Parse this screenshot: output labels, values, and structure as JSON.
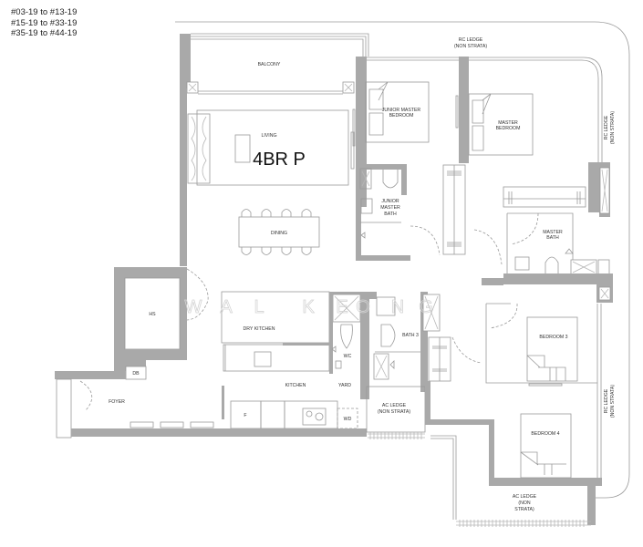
{
  "unit_ranges": [
    "#03-19 to #13-19",
    "#15-19 to #33-19",
    "#35-19 to #44-19"
  ],
  "unit_type": "4BR P",
  "watermark_letters": [
    "W",
    "A",
    "L",
    "K",
    "E",
    "O",
    "N",
    "G"
  ],
  "rooms": {
    "balcony": "BALCONY",
    "living": "LIVING",
    "dining": "DINING",
    "junior_master_bedroom": [
      "JUNIOR MASTER",
      "BEDROOM"
    ],
    "master_bedroom": [
      "MASTER",
      "BEDROOM"
    ],
    "junior_master_bath": [
      "JUNIOR",
      "MASTER",
      "BATH"
    ],
    "master_bath": [
      "MASTER",
      "BATH"
    ],
    "hs": "HS",
    "db": "DB",
    "foyer": "FOYER",
    "dry_kitchen": "DRY KITCHEN",
    "kitchen": "KITCHEN",
    "yard": "YARD",
    "wc": "WC",
    "bath3": "BATH 3",
    "bedroom3": "BEDROOM 3",
    "bedroom4": "BEDROOM 4",
    "fridge": "F",
    "washer_dryer": "WD",
    "ac_ledge_1": [
      "AC LEDGE",
      "(NON STRATA)"
    ],
    "ac_ledge_2": [
      "AC LEDGE",
      "(NON",
      "STRATA)"
    ],
    "rc_ledge_top": [
      "RC LEDGE",
      "(NON STRATA)"
    ],
    "rc_ledge_right_top": [
      "RC LEDGE",
      "(NON STRATA)"
    ],
    "rc_ledge_right_bottom": [
      "RC LEDGE",
      "(NON STRATA)"
    ]
  }
}
